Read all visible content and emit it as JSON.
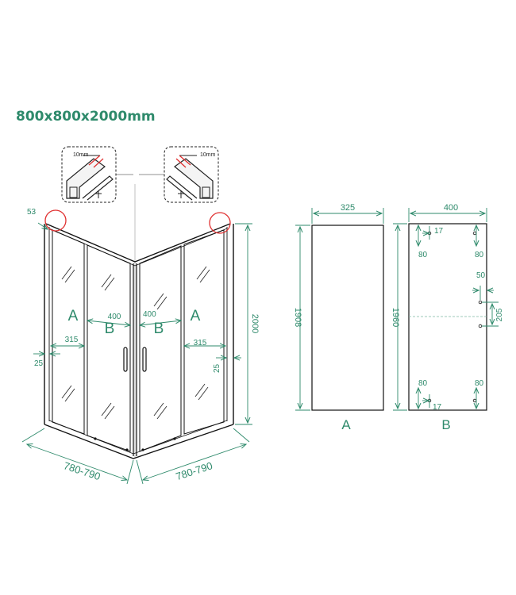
{
  "title": "800x800x2000mm",
  "detail": {
    "left_label": "10mm",
    "right_label": "10mm"
  },
  "enclosure": {
    "dim_53": "53",
    "dim_height": "2000",
    "dim_width_left": "780-790",
    "dim_width_right": "780-790",
    "dim_400_left": "400",
    "dim_400_right": "400",
    "dim_315_left": "315",
    "dim_315_right": "315",
    "dim_25_left": "25",
    "dim_25_right": "25",
    "label_A_left": "A",
    "label_B_left": "B",
    "label_B_right": "B",
    "label_A_right": "A"
  },
  "panel_a": {
    "width": "325",
    "height": "1908",
    "label": "A"
  },
  "panel_b": {
    "width": "400",
    "height": "1960",
    "label": "B",
    "top_offset": "17",
    "bottom_offset": "17",
    "top_left_80": "80",
    "top_right_80": "80",
    "bottom_left_80": "80",
    "bottom_right_80": "80",
    "dim_50": "50",
    "dim_205": "205"
  },
  "colors": {
    "accent": "#2e8a6b",
    "line": "#111111",
    "highlight": "#e03030"
  }
}
